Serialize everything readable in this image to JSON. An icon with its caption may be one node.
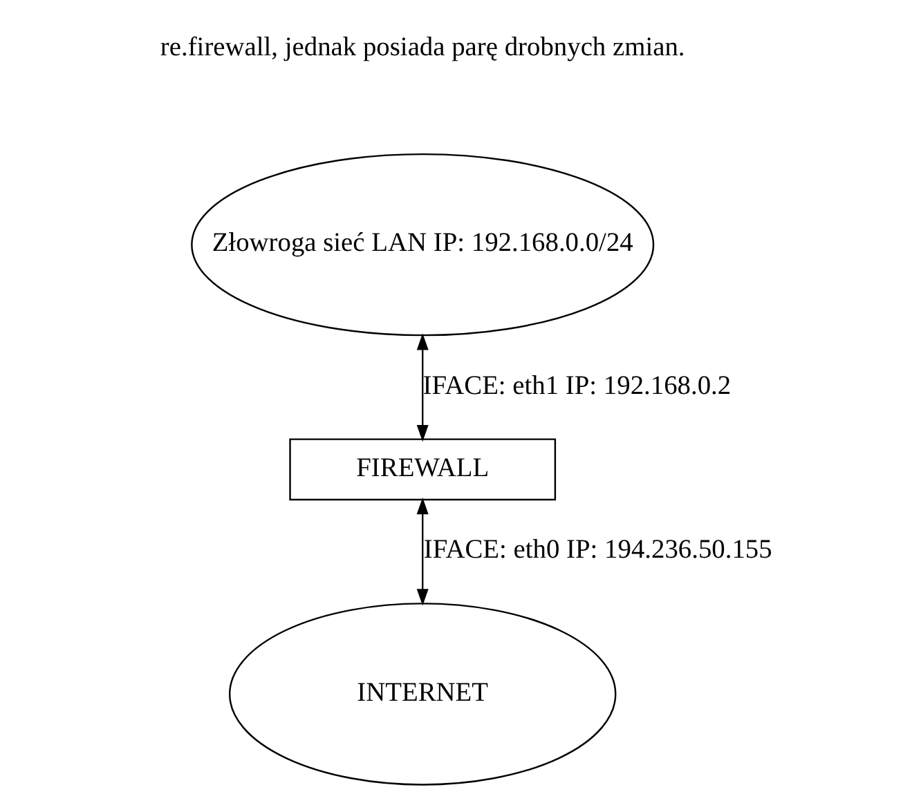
{
  "diagram": {
    "nodes": [
      {
        "text": [
          "Złowroga sieć LAN IP: 192.168.0.0/24"
        ]
      },
      {
        "text": [
          "FIREWALL"
        ]
      },
      {
        "text": [
          "INTERNET"
        ]
      }
    ],
    "edges": [
      {
        "from": 0,
        "to": 1,
        "arrow": "both",
        "label": "IFACE: eth1 IP: 192.168.0.2"
      },
      {
        "from": 1,
        "to": 2,
        "arrow": "both",
        "label": "IFACE: eth0 IP: 194.236.50.155"
      }
    ],
    "labels": [
      "re.firewall, jednak posiada parę drobnych zmian."
    ]
  }
}
